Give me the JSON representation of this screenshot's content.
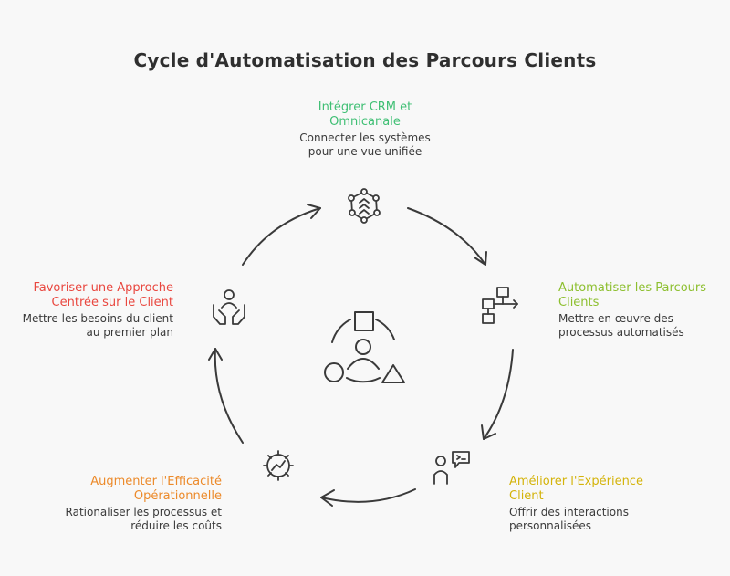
{
  "title": "Cycle d'Automatisation des Parcours Clients",
  "colors": {
    "background": "#f8f8f8",
    "stroke": "#3a3a3a",
    "green": "#3fbf74",
    "lime": "#8dbf2f",
    "yellow": "#d4b30a",
    "orange": "#ec8a2a",
    "red": "#e9473f"
  },
  "center_icon": "team-shapes-icon",
  "steps": [
    {
      "title": "Intégrer CRM et Omnicanale",
      "description": "Connecter les systèmes pour une vue unifiée",
      "color": "#3fbf74",
      "icon": "integration-network-icon"
    },
    {
      "title": "Automatiser les Parcours Clients",
      "description": "Mettre en œuvre des processus automatisés",
      "color": "#8dbf2f",
      "icon": "workflow-icon"
    },
    {
      "title": "Améliorer l'Expérience Client",
      "description": "Offrir des interactions personnalisées",
      "color": "#d4b30a",
      "icon": "user-terminal-icon"
    },
    {
      "title": "Augmenter l'Efficacité Opérationnelle",
      "description": "Rationaliser les processus et réduire les coûts",
      "color": "#ec8a2a",
      "icon": "gear-chart-icon"
    },
    {
      "title": "Favoriser une Approche Centrée sur le Client",
      "description": "Mettre les besoins du client au premier plan",
      "color": "#e9473f",
      "icon": "hands-user-icon"
    }
  ]
}
